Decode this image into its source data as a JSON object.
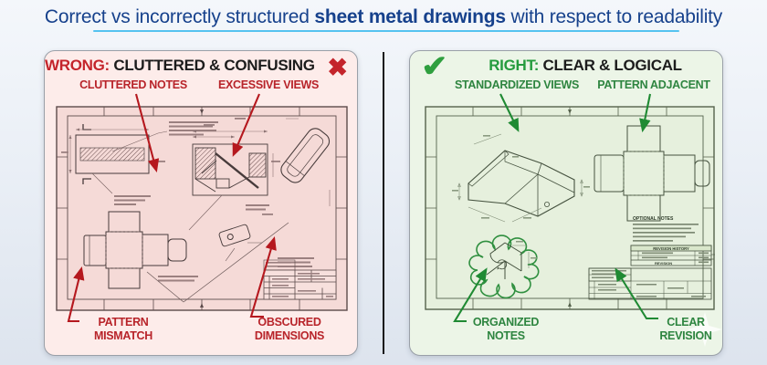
{
  "title": {
    "part1": "Correct vs incorrectly structured ",
    "bold": "sheet metal drawings",
    "part2": " with respect to readability"
  },
  "icons": {
    "cross_glyph": "✖",
    "check_glyph": "✔"
  },
  "colors": {
    "title_blue": "#16418c",
    "underline_blue": "#55c3f0",
    "accent_red": "#c4242b",
    "accent_green": "#2f9f3f",
    "panel_pink": "#fdecea",
    "sheet_pink": "#f5dad7",
    "panel_green": "#ecf5e7",
    "sheet_green": "#e6f0dd",
    "divider_black": "#151515"
  },
  "wrong_panel": {
    "heading_word": "WRONG:",
    "heading_rest": " CLUTTERED & CONFUSING",
    "callouts": {
      "top_left": "CLUTTERED NOTES",
      "top_right": "EXCESSIVE VIEWS",
      "bottom_left_line1": "PATTERN",
      "bottom_left_line2": "MISMATCH",
      "bottom_right_line1": "OBSCURED",
      "bottom_right_line2": "DIMENSIONS"
    }
  },
  "right_panel": {
    "heading_word": "RIGHT:",
    "heading_rest": " CLEAR & LOGICAL",
    "callouts": {
      "top_left": "STANDARDIZED VIEWS",
      "top_right": "PATTERN ADJACENT",
      "bottom_left_line1": "ORGANIZED",
      "bottom_left_line2": "NOTES",
      "bottom_right_line1": "CLEAR",
      "bottom_right_line2": "REVISION"
    },
    "drawing_text": {
      "optional_notes_title": "OPTIONAL NOTES",
      "revision_history_title": "REVISION HISTORY",
      "revision_label": "REVISION"
    }
  }
}
